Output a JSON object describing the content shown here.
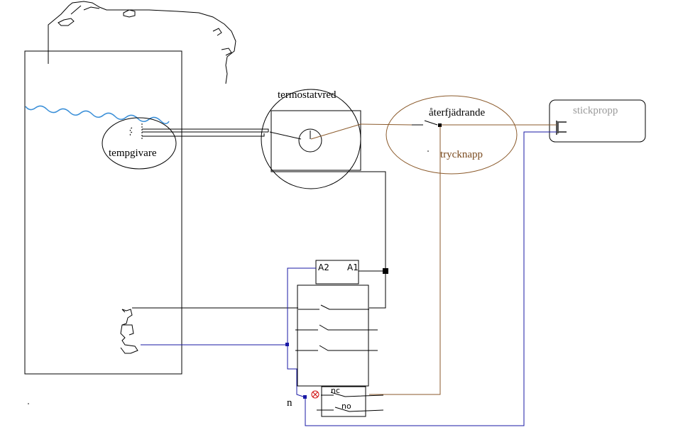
{
  "labels": {
    "tempgivare": "tempgivare",
    "termostatvred": "termostatvred",
    "aterfjadrande": "återfjädrande",
    "trycknapp": "trycknapp",
    "stickpropp": "stickpropp",
    "a2": "A2",
    "a1": "A1",
    "nc": "nc",
    "no": "no",
    "n": "n"
  },
  "colors": {
    "wire_black": "#000000",
    "wire_blue": "#1a1aa6",
    "wire_brown": "#8b5a2b",
    "water": "#3a8fd8",
    "lamp_red": "#d01010"
  }
}
